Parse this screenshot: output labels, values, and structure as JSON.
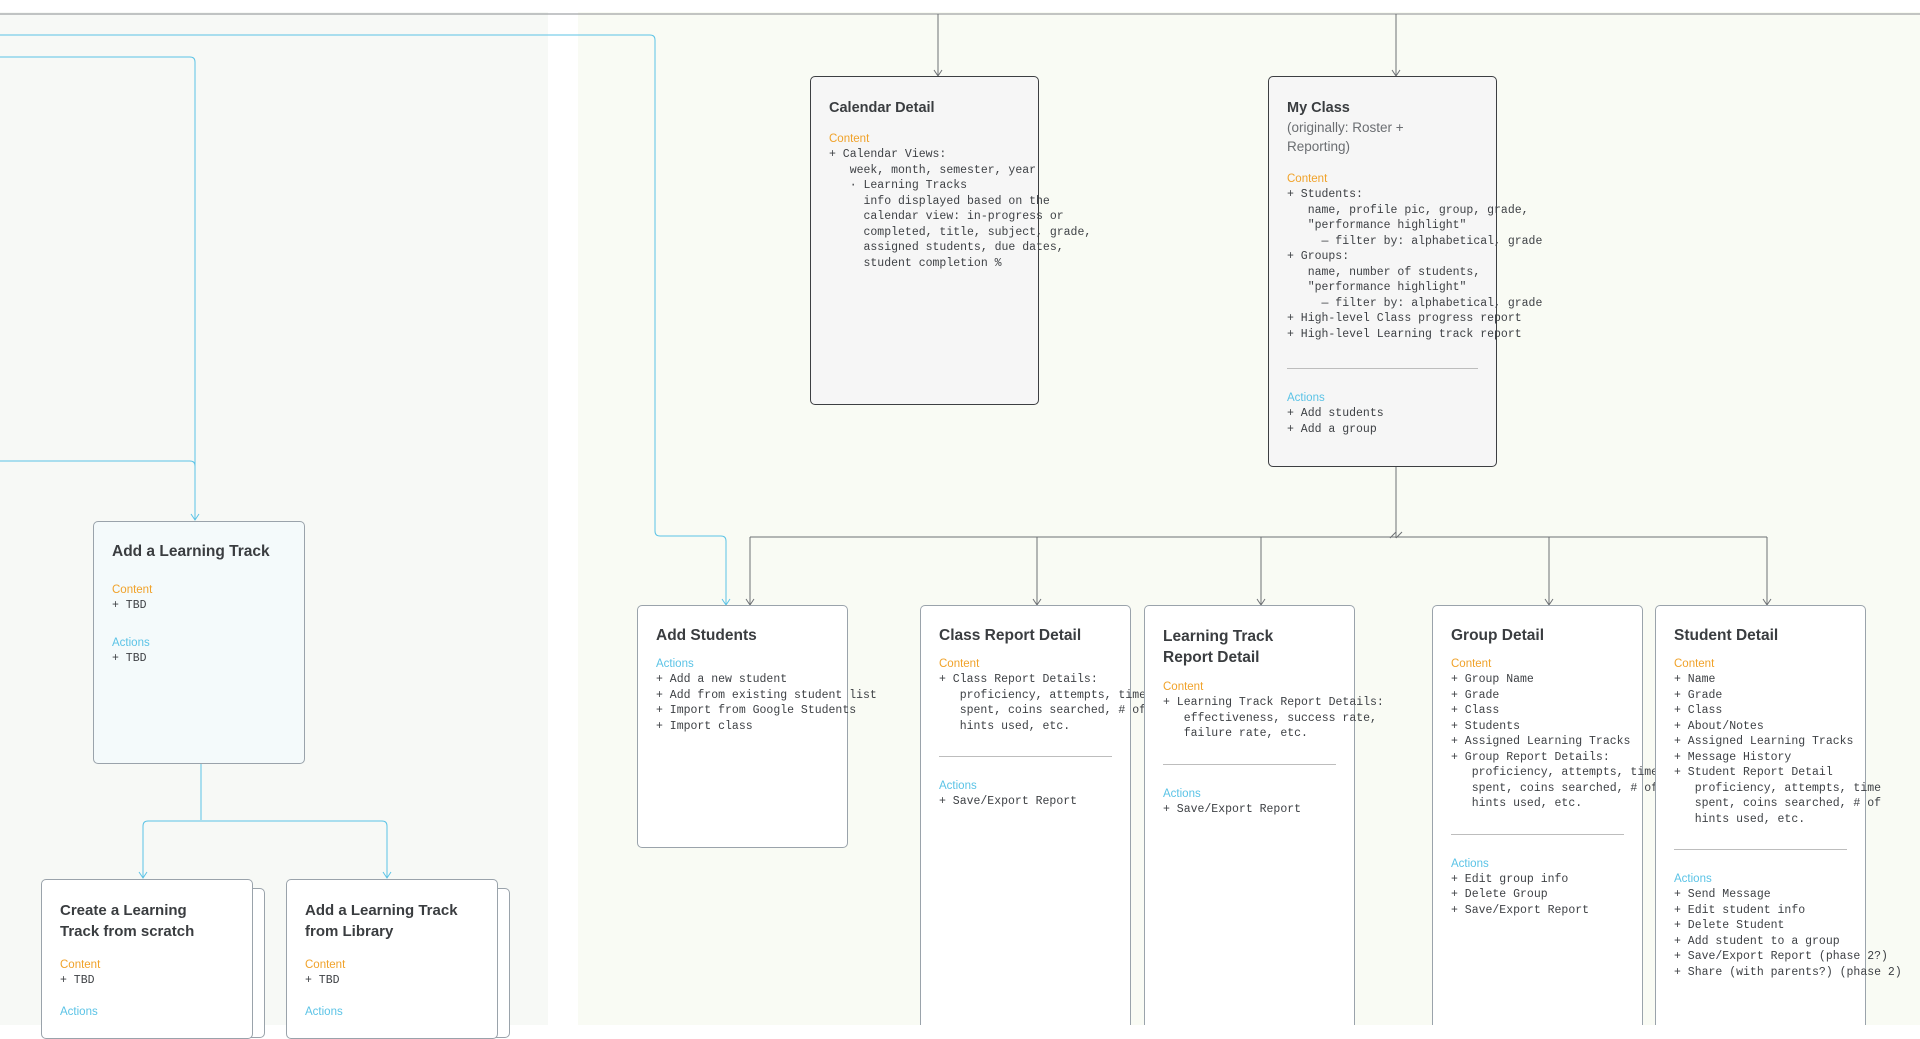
{
  "colors": {
    "accent_content": "#f0a22a",
    "accent_actions": "#5bc3e6",
    "connector_dark": "#6d7074",
    "connector_blue": "#5bc3e6"
  },
  "cards": {
    "calendar_detail": {
      "title": "Calendar Detail",
      "content_label": "Content",
      "content_items": "+ Calendar Views:\n   week, month, semester, year\n   · Learning Tracks\n     info displayed based on the\n     calendar view: in-progress or\n     completed, title, subject, grade,\n     assigned students, due dates,\n     student completion %"
    },
    "my_class": {
      "title": "My Class",
      "subtitle": "(originally: Roster +\nReporting)",
      "content_label": "Content",
      "content_items": "+ Students:\n   name, profile pic, group, grade,\n   \"performance highlight\"\n     — filter by: alphabetical, grade\n+ Groups:\n   name, number of students,\n   \"performance highlight\"\n     — filter by: alphabetical, grade\n+ High-level Class progress report\n+ High-level Learning track report",
      "actions_label": "Actions",
      "actions_items": "+ Add students\n+ Add a group"
    },
    "add_learning_track": {
      "title": "Add a Learning Track",
      "content_label": "Content",
      "content_items": "+ TBD",
      "actions_label": "Actions",
      "actions_items": "+ TBD"
    },
    "create_from_scratch": {
      "title": "Create a Learning\nTrack from scratch",
      "content_label": "Content",
      "content_items": "+ TBD",
      "actions_label": "Actions"
    },
    "add_from_library": {
      "title": "Add a Learning Track\nfrom Library",
      "content_label": "Content",
      "content_items": "+ TBD",
      "actions_label": "Actions"
    },
    "add_students": {
      "title": "Add Students",
      "actions_label": "Actions",
      "actions_items": "+ Add a new student\n+ Add from existing student list\n+ Import from Google Students\n+ Import class"
    },
    "class_report_detail": {
      "title": "Class Report Detail",
      "content_label": "Content",
      "content_items": "+ Class Report Details:\n   proficiency, attempts, time\n   spent, coins searched, # of\n   hints used, etc.",
      "actions_label": "Actions",
      "actions_items": "+ Save/Export Report"
    },
    "learning_track_report_detail": {
      "title": "Learning Track\nReport Detail",
      "content_label": "Content",
      "content_items": "+ Learning Track Report Details:\n   effectiveness, success rate,\n   failure rate, etc.",
      "actions_label": "Actions",
      "actions_items": "+ Save/Export Report"
    },
    "group_detail": {
      "title": "Group Detail",
      "content_label": "Content",
      "content_items": "+ Group Name\n+ Grade\n+ Class\n+ Students\n+ Assigned Learning Tracks\n+ Group Report Details:\n   proficiency, attempts, time\n   spent, coins searched, # of\n   hints used, etc.",
      "actions_label": "Actions",
      "actions_items": "+ Edit group info\n+ Delete Group\n+ Save/Export Report"
    },
    "student_detail": {
      "title": "Student Detail",
      "content_label": "Content",
      "content_items": "+ Name\n+ Grade\n+ Class\n+ About/Notes\n+ Assigned Learning Tracks\n+ Message History\n+ Student Report Detail\n   proficiency, attempts, time\n   spent, coins searched, # of\n   hints used, etc.",
      "actions_label": "Actions",
      "actions_items": "+ Send Message\n+ Edit student info\n+ Delete Student\n+ Add student to a group\n+ Save/Export Report (phase 2?)\n+ Share (with parents?) (phase 2)"
    }
  }
}
